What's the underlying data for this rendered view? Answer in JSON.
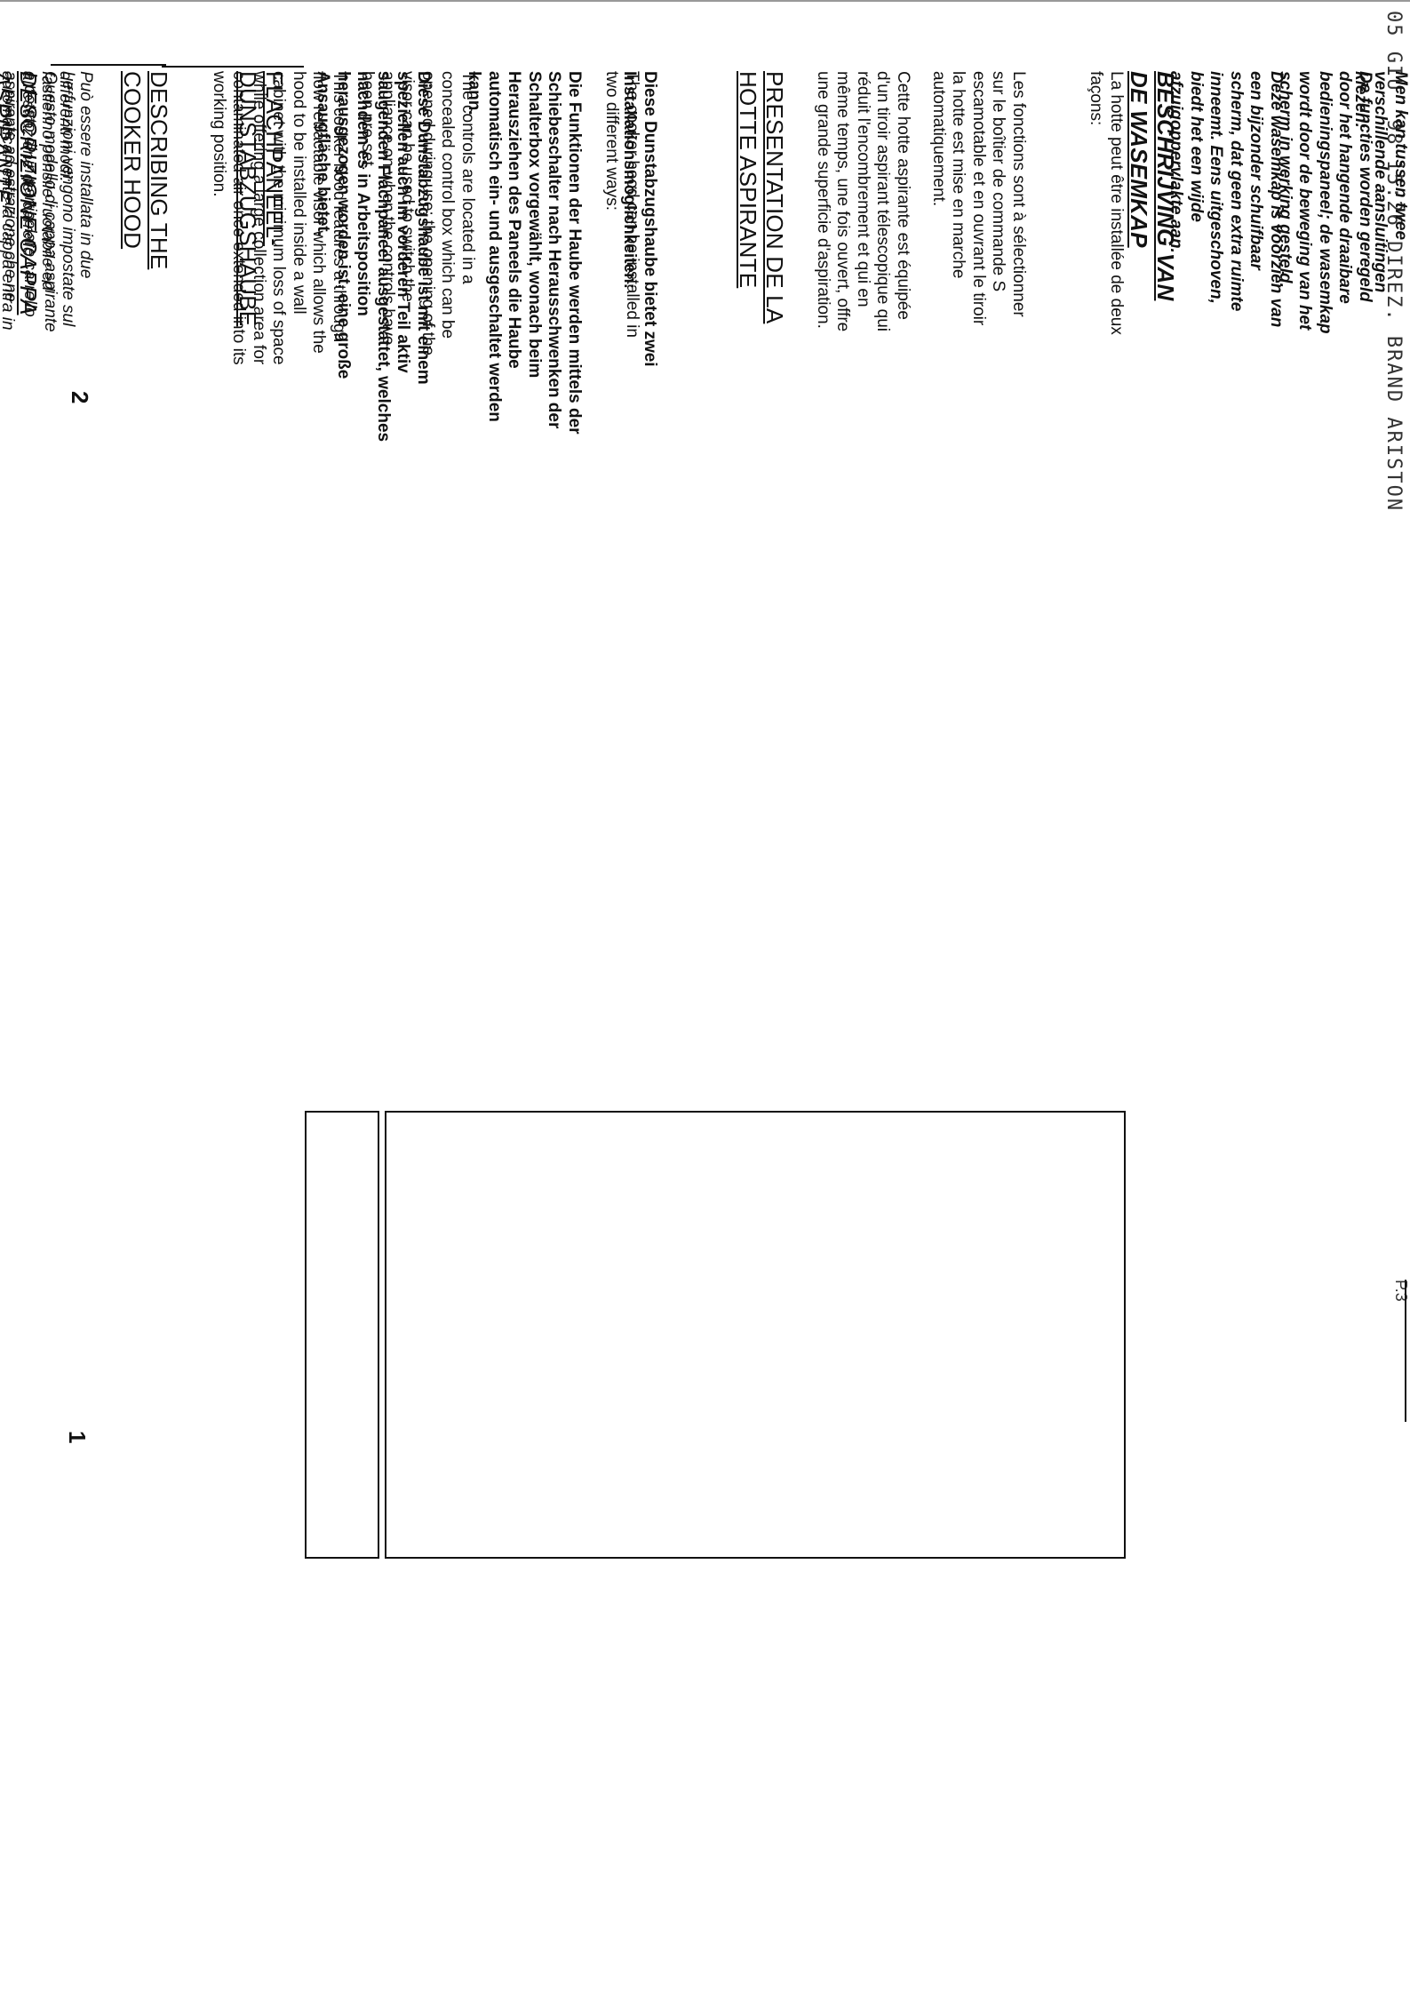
{
  "fax_header": "05 GIU '98   15:26   DIREZ. BRAND ARISTON",
  "fax_page": "P.3",
  "columns": [
    {
      "id": "en",
      "heading": "DESCRIBING THE COOKER HOOD",
      "p1": "This cooker hood features a through flow retractable visor which allows the hood to be installed inside a wall cabinet with the minimum loss of space while offering a large collection area for contaminated air once extended into its working position.",
      "p2": "The controls are located in a concealed control box which can be opened during use; the opening of the visor can be used to switch the appliance on when the controls have been pre-set.",
      "p3": "The cooker hood can be installed in two different ways:"
    },
    {
      "id": "de",
      "heading": "FLACHPANEEL-DUNSTABZUGSHAUBE",
      "p1": "Diese Dunstabzugshaube ist mit einem speziellen auch im vorderen Teil aktiv saugenden Flachpaneel ausgestattet, welches nachdem es in Arbeitsposition herausgezogen worden ist, eine große Ansaugfläche bietet.",
      "p2": "Die Funktionen der Haube werden mittels der Schiebeschalter nach Herausschwenken der Schalterbox vorgewählt, wonach beim Herausziehen des Paneels die Haube automatisch ein- und ausgeschaltet werden kann.",
      "p3": "Diese Dunstabzugshaube bietet zwei Installationsmöglichkeiten:"
    },
    {
      "id": "fr",
      "heading": "PRESENTATION DE LA HOTTE ASPIRANTE",
      "p1": "Cette hotte aspirante est équipée d'un tiroir aspirant télescopique qui réduit l'encombrement et qui en même temps, une fois ouvert, offre une grande superficie d'aspiration.",
      "p2": "Les fonctions sont à sélectionner sur le boîtier de commande S escamotable et en ouvrant le tiroir la hotte est mise en marche automatiquement.",
      "p3": "La hotte peut être installée de deux façons:"
    },
    {
      "id": "nl",
      "heading": "BESCHRIJVING VAN DE WASEMKAP",
      "p1": "Deze wasemkap is voorzien van een bijzonder schuifbaar scherm, dat geen extra ruimte inneemt. Eens uitgeschoven, biedt het een wijde afzuigoppervlakte aan.",
      "p2": "De functies worden geregeld door het hangende draaibare bedieningspaneel; de wasemkap wordt door de beweging van het scherm in werking gesteld.",
      "p3": "Men kan tussen twee verschillende aansluitingen kiezen:"
    },
    {
      "id": "it",
      "heading": "DESCRIZIONE CAPPA ASPIRANTE",
      "p1": "Questo modello di cappa aspirante è dotato di un particolare carrello aspirante ad estrazione che ne riduce al minimo gli ingombri ed allo stesso tempo, una volta estratto possiede un'ampia superficie di aspirazione.",
      "p2": "Le funzioni vengono impostate sul fastierino pensile ruotabile ed all'estrazione del carrello automaticamente la cappa entra in funzione.",
      "p3": "Può essere installata in due differenti modi:"
    }
  ],
  "page_numbers": {
    "left": "1",
    "right": "2"
  }
}
